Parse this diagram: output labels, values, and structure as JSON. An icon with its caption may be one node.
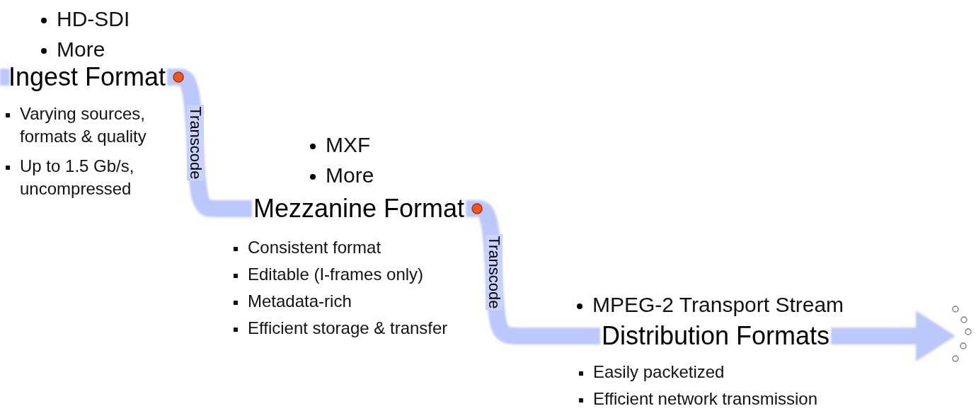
{
  "diagram": {
    "nodes": [
      {
        "text": [
          "Ingest Format"
        ],
        "beside": [
          "HD-SDI",
          "More",
          "Varying sources, formats & quality",
          "Up to 1.5 Gb/s, uncompressed"
        ]
      },
      {
        "text": [
          "Mezzanine Format"
        ],
        "beside": [
          "MXF",
          "More",
          "Consistent format",
          "Editable (I-frames only)",
          "Metadata-rich",
          "Efficient storage & transfer"
        ]
      },
      {
        "text": [
          "Distribution Formats"
        ],
        "beside": [
          "MPEG-2 Transport Stream",
          "Easily packetized",
          "Efficient network transmission"
        ]
      }
    ],
    "edges": [
      {
        "from": null,
        "to": 0,
        "arrow": "none"
      },
      {
        "from": 0,
        "to": 1,
        "arrow": "none",
        "label": "Transcode"
      },
      {
        "from": 1,
        "to": 2,
        "arrow": "none",
        "label": "Transcode"
      },
      {
        "from": 2,
        "to": null,
        "arrow": "to"
      }
    ]
  }
}
